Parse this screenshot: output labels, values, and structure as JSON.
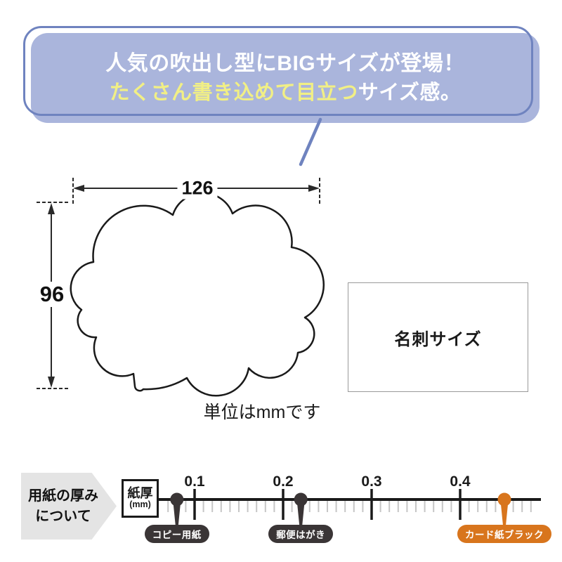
{
  "bubble": {
    "line1": "人気の吹出し型にBIGサイズが登場！",
    "line2_highlight": "たくさん書き込めて目立つ",
    "line2_rest": "サイズ感。",
    "fill_color": "#aab5dc",
    "stroke_color": "#6f83bf",
    "highlight_color": "#f1ef85",
    "text_color": "#ffffff"
  },
  "diagram": {
    "width_label": "126",
    "height_label": "96",
    "unit_note": "単位はmmです",
    "card_label": "名刺サイズ",
    "outline_color": "#1a1a1a"
  },
  "thickness": {
    "title_line1": "用紙の厚み",
    "title_line2": "について",
    "axis_box_line1": "紙厚",
    "axis_box_line2": "(mm)",
    "unit": "mm",
    "major_ticks": [
      0.1,
      0.2,
      0.3,
      0.4
    ],
    "minor_step": 0.01,
    "minor_range": [
      0.07,
      0.48
    ],
    "markers": [
      {
        "label": "コピー用紙",
        "value": 0.08,
        "color": "#3a3536"
      },
      {
        "label": "郵便はがき",
        "value": 0.22,
        "color": "#3a3536"
      },
      {
        "label": "カード紙ブラック",
        "value": 0.45,
        "color": "#d8751d"
      }
    ],
    "minor_tick_color": "#c6c6c6",
    "line_color": "#1a1a1a",
    "arrow_bg_color": "#e4e4e4"
  }
}
